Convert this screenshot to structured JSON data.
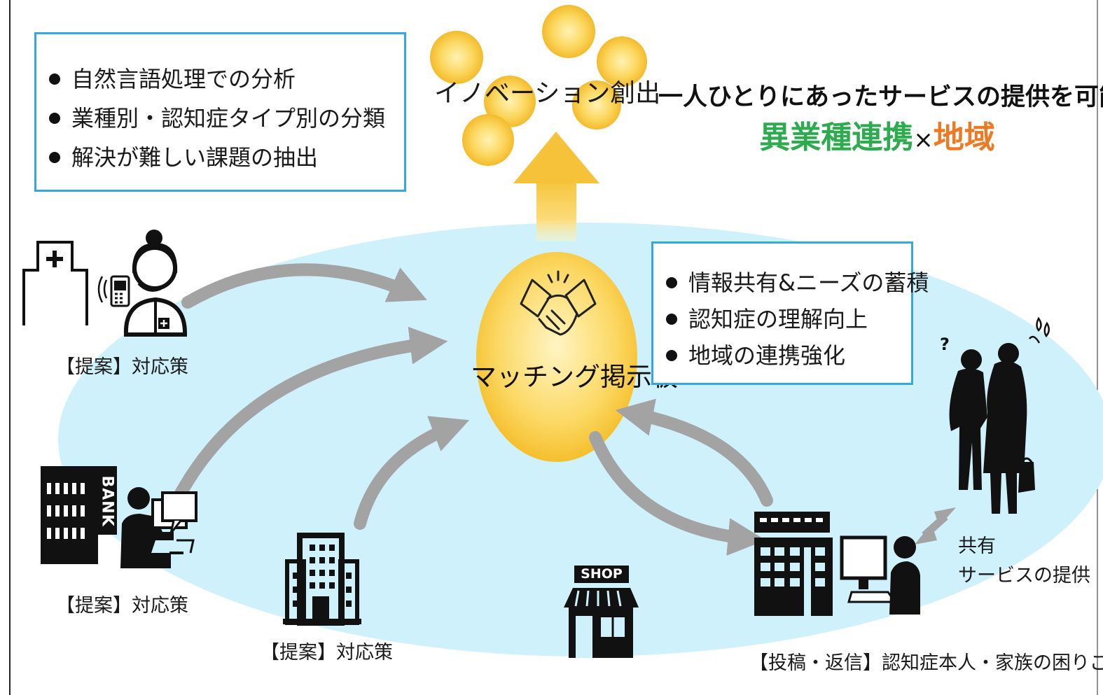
{
  "analysis_box": {
    "items": [
      "自然言語処理での分析",
      "業種別・認知症タイプ別の分類",
      "解決が難しい課題の抽出"
    ]
  },
  "innovation_label": "イノベーション創出",
  "headline": {
    "line1": "一人ひとりにあったサービスの提供を可能に",
    "part_a": "異業種連携",
    "times": "×",
    "part_b": "地域"
  },
  "center_label": "マッチング掲示板",
  "board_box": {
    "items": [
      "情報共有&ニーズの蓄積",
      "認知症の理解向上",
      "地域の連携強化"
    ]
  },
  "actors": {
    "hospital_label": "【提案】対応策",
    "bank_label": "【提案】対応策",
    "company_label": "【提案】対応策",
    "bank_sign": "BANK",
    "shop_sign": "SHOP",
    "post_label": "【投稿・返信】認知症本人・家族の困りごと",
    "share_line1": "共有",
    "share_line2": "サービスの提供",
    "question_mark": "?"
  },
  "colors": {
    "ellipse": "#cff1fb",
    "gold": "#f6c23a",
    "gold_light": "#fff2b3",
    "arrow_gray": "#a3a3a3",
    "box_border": "#33a9e0",
    "green": "#2eab4e",
    "orange": "#ec7a24"
  },
  "icons": [
    "hospital-icon",
    "operator-headset-icon",
    "mobile-phone-icon",
    "bank-building-icon",
    "office-worker-icon",
    "office-building-icon",
    "shop-icon",
    "handshake-icon",
    "office-computer-worker-icon",
    "elderly-couple-icon",
    "two-way-arrow-icon",
    "upward-arrow-icon"
  ]
}
